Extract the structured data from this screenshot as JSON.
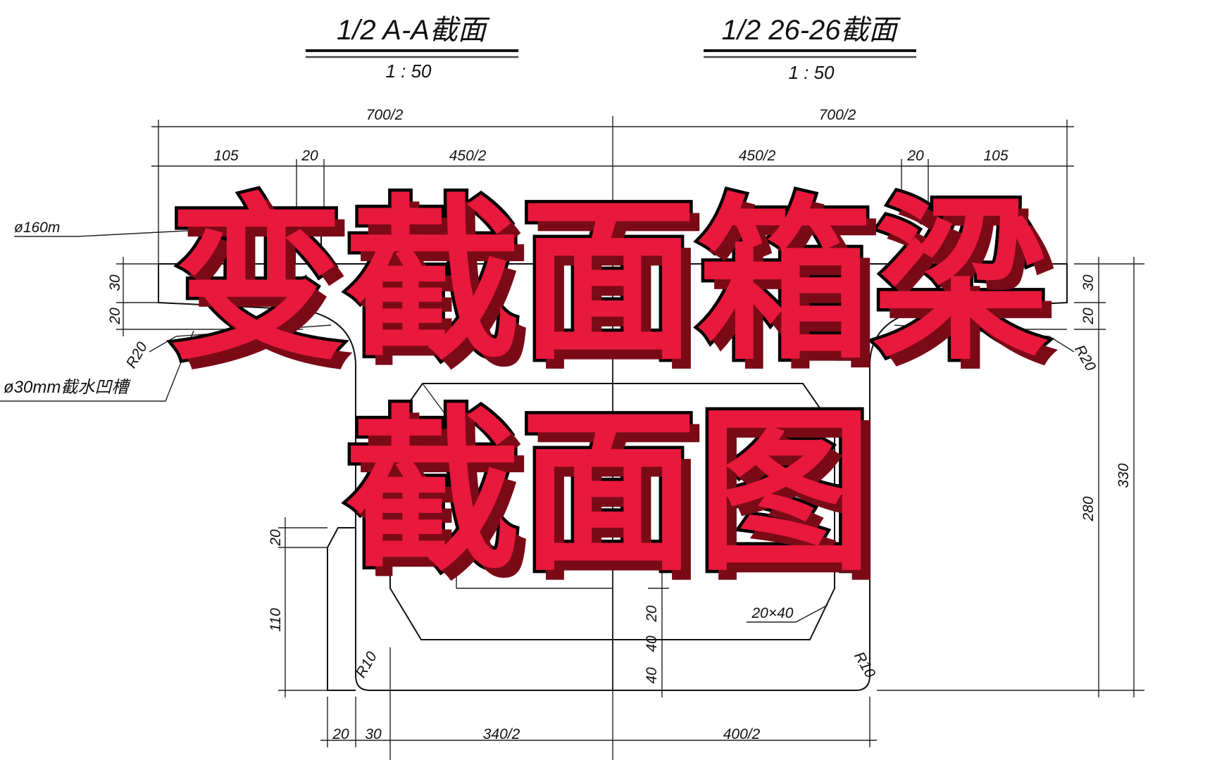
{
  "titles": {
    "left": {
      "label": "1/2  A-A截面",
      "scale": "1 : 50"
    },
    "right": {
      "label": "1/2  26-26截面",
      "scale": "1 : 50"
    }
  },
  "dimensions": {
    "top_left": "700/2",
    "top_right": "700/2",
    "row2": [
      "105",
      "20",
      "450/2",
      "450/2",
      "20",
      "105"
    ],
    "left_vertical": [
      "30",
      "20"
    ],
    "right_vertical": [
      "30",
      "20"
    ],
    "right_280": "280",
    "right_330": "330",
    "bottom": [
      "20",
      "30",
      "340/2",
      "400/2"
    ],
    "ledge": [
      "20",
      "110"
    ],
    "center": [
      "20",
      "40",
      "40"
    ],
    "haunch": "20×40",
    "radii": [
      "R20",
      "R20",
      "R10",
      "R10"
    ]
  },
  "notes": {
    "drain_pipe": "ø160m",
    "drip_groove": "ø30mm截水凹槽"
  },
  "overlay": {
    "line1": "变截面箱梁",
    "line2": "截面图",
    "fill_color": "#e8193c",
    "shadow_color": "#7b0a17"
  }
}
